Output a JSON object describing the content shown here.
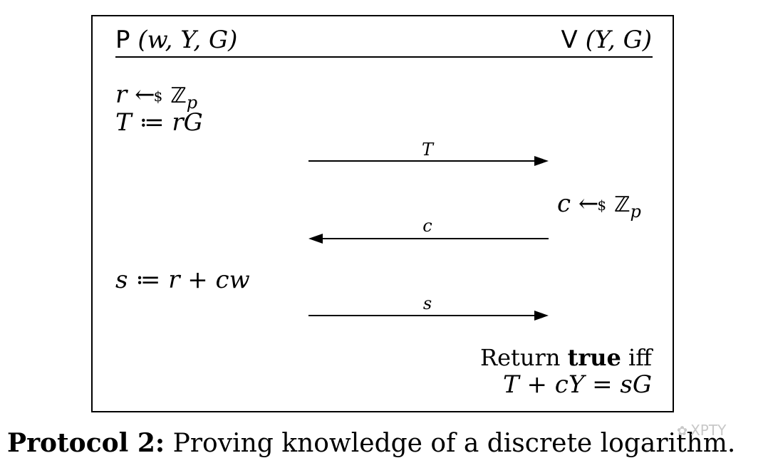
{
  "prover": {
    "name": "P",
    "params": "(w, Y, G)"
  },
  "verifier": {
    "name": "V",
    "params": "(Y, G)"
  },
  "prover_steps": {
    "sample_var": "r",
    "sample_arrow": "←",
    "sample_dollar": "$",
    "sample_set": "ℤ",
    "sample_set_sub": "p",
    "commit": "T ≔ rG",
    "response": "s ≔ r + cw"
  },
  "verifier_steps": {
    "sample_var": "c",
    "sample_arrow": "←",
    "sample_dollar": "$",
    "sample_set": "ℤ",
    "sample_set_sub": "p",
    "return_prefix": "Return",
    "return_bold": "true",
    "return_suffix": "iff",
    "check": "T + cY = sG"
  },
  "messages": [
    {
      "label": "T",
      "direction": "prover-to-verifier"
    },
    {
      "label": "c",
      "direction": "verifier-to-prover"
    },
    {
      "label": "s",
      "direction": "prover-to-verifier"
    }
  ],
  "caption": {
    "label": "Protocol 2:",
    "text": "Proving knowledge of a discrete logarithm."
  },
  "watermark": {
    "text": "XPTY"
  }
}
